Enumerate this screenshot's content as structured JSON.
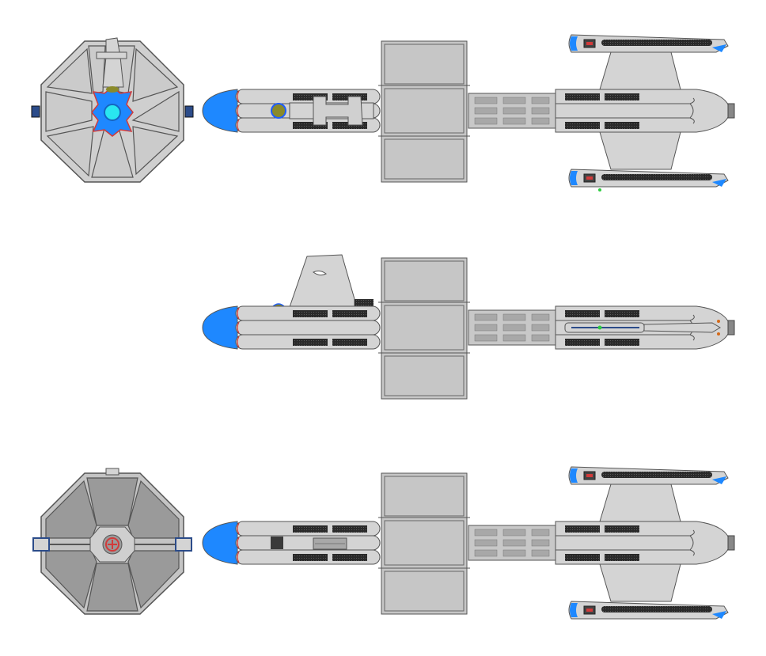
{
  "palette": {
    "hull": "#d4d4d4",
    "hull_dark": "#c2c2c2",
    "rear_face": "#9a9a9a",
    "outline": "#555555",
    "window": "#3a3a3a",
    "deflector_blue": "#1e88ff",
    "deflector_glow": "#29e6f0",
    "accent_red": "#d23a3a",
    "olive": "#8a8a2a",
    "nav_green": "#2ecc40"
  },
  "views": [
    {
      "name": "top-view",
      "shows_front": true,
      "nacelles": true
    },
    {
      "name": "side-view",
      "shows_front": false,
      "nacelles": false
    },
    {
      "name": "bottom-view",
      "shows_front": true,
      "nacelles": true
    }
  ]
}
